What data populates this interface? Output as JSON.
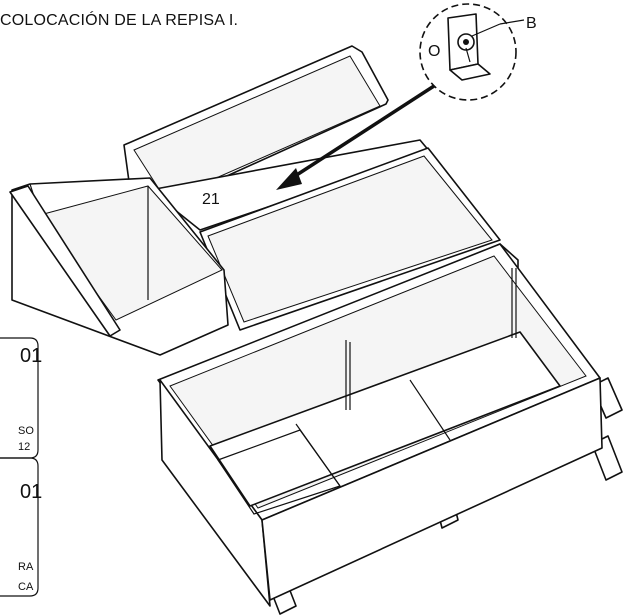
{
  "title": "COLOCACIÓN DE LA REPISA I.",
  "labels": {
    "part_number": "21",
    "detail_o": "O",
    "detail_b": "B"
  },
  "side_boxes": [
    {
      "top": "01",
      "line1": "SO",
      "line2": "12"
    },
    {
      "top": "01",
      "line1": "RA",
      "line2": "CA"
    }
  ]
}
